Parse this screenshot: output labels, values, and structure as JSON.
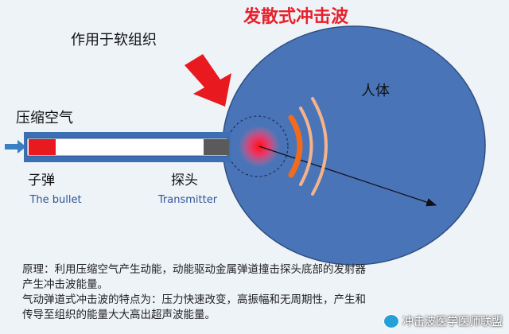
{
  "title": "发散式冲击波",
  "labels": {
    "soft_tissue": "作用于软组织",
    "compressed_air": "压缩空气",
    "human_body": "人体",
    "bullet_cn": "子弹",
    "bullet_en": "The bullet",
    "transmitter_cn": "探头",
    "transmitter_en": "Transmitter"
  },
  "caption": {
    "line1": "原理：利用压缩空气产生动能，动能驱动金属弹道撞击探头底部的发射器",
    "line2": "产生冲击波能量。",
    "line3": "气动弹道式冲击波的特点为：压力快速改变，高振幅和无周期性，产生和",
    "line4": "传导至组织的能量大大高出超声波能量。"
  },
  "watermark": "冲击波医学医师联盟",
  "colors": {
    "title": "#e8202a",
    "body": "#4a74b8",
    "arrow": "#e8191f",
    "bullet": "#e8191f",
    "transmitter": "#5a5a5a",
    "wave_orange": "#f26b1d",
    "wave_light": "#f5b38a",
    "english_label": "#2f5597"
  }
}
